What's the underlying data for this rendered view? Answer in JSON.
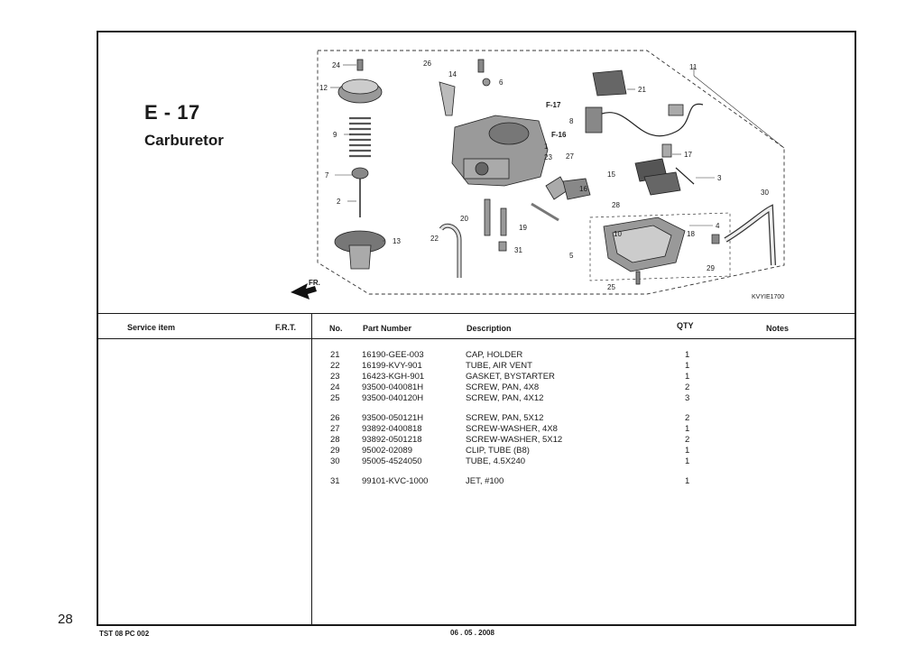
{
  "header": {
    "ref_title": "E - 17",
    "section_title": "Carburetor"
  },
  "diagram": {
    "code": "KVYIE1700",
    "direction_label": "FR.",
    "callouts": [
      "24",
      "26",
      "14",
      "6",
      "11",
      "12",
      "21",
      "9",
      "F-17",
      "8",
      "F-16",
      "7",
      "23",
      "27",
      "17",
      "15",
      "3",
      "2",
      "16",
      "28",
      "30",
      "20",
      "19",
      "4",
      "22",
      "13",
      "10",
      "18",
      "31",
      "5",
      "29",
      "25",
      "1"
    ]
  },
  "table": {
    "headers": {
      "service_item": "Service item",
      "frt": "F.R.T.",
      "no": "No.",
      "part_number": "Part Number",
      "description": "Description",
      "qty": "QTY",
      "notes": "Notes"
    },
    "groups": [
      [
        {
          "no": "21",
          "part": "16190-GEE-003",
          "desc": "CAP, HOLDER",
          "qty": "1"
        },
        {
          "no": "22",
          "part": "16199-KVY-901",
          "desc": "TUBE, AIR VENT",
          "qty": "1"
        },
        {
          "no": "23",
          "part": "16423-KGH-901",
          "desc": "GASKET, BYSTARTER",
          "qty": "1"
        },
        {
          "no": "24",
          "part": "93500-040081H",
          "desc": "SCREW, PAN, 4X8",
          "qty": "2"
        },
        {
          "no": "25",
          "part": "93500-040120H",
          "desc": "SCREW, PAN, 4X12",
          "qty": "3"
        }
      ],
      [
        {
          "no": "26",
          "part": "93500-050121H",
          "desc": "SCREW, PAN, 5X12",
          "qty": "2"
        },
        {
          "no": "27",
          "part": "93892-0400818",
          "desc": "SCREW-WASHER, 4X8",
          "qty": "1"
        },
        {
          "no": "28",
          "part": "93892-0501218",
          "desc": "SCREW-WASHER, 5X12",
          "qty": "2"
        },
        {
          "no": "29",
          "part": "95002-02089",
          "desc": "CLIP, TUBE (B8)",
          "qty": "1"
        },
        {
          "no": "30",
          "part": "95005-4524050",
          "desc": "TUBE, 4.5X240",
          "qty": "1"
        }
      ],
      [
        {
          "no": "31",
          "part": "99101-KVC-1000",
          "desc": "JET, #100",
          "qty": "1"
        }
      ]
    ]
  },
  "footer": {
    "page_number": "28",
    "doc_code": "TST 08 PC 002",
    "date": "06 . 05 . 2008"
  }
}
